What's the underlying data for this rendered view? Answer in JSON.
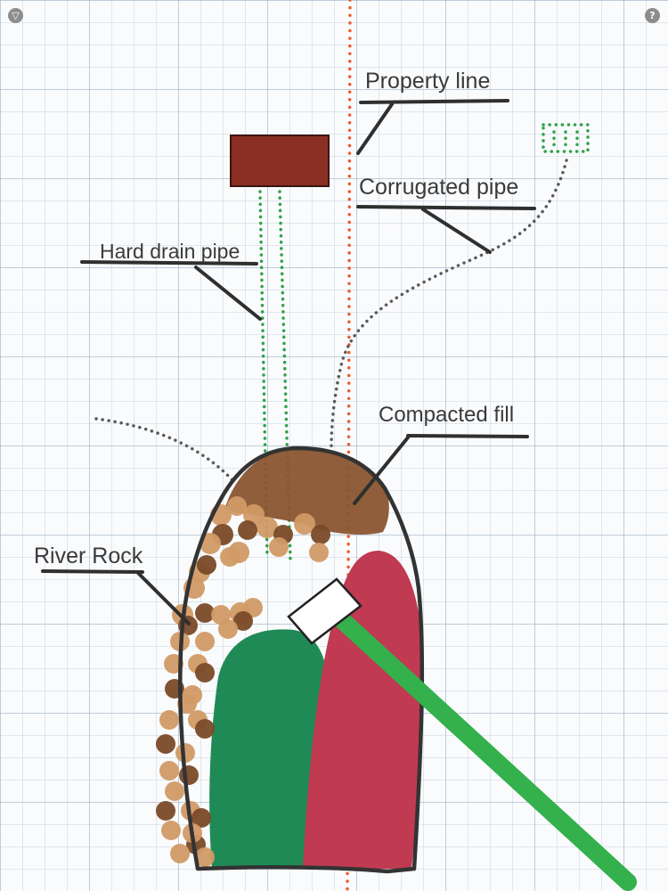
{
  "toolbar": {
    "left_icon": "dropdown-triangle-icon",
    "left_glyph": "▽",
    "right_icon": "help-icon",
    "right_glyph": "?"
  },
  "labels": {
    "property_line": "Property line",
    "corrugated_pipe": "Corrugated pipe",
    "hard_drain_pipe": "Hard drain pipe",
    "compacted_fill": "Compacted fill",
    "river_rock": "River Rock"
  },
  "colors": {
    "downspout_box": "#8b2e24",
    "property_line": "#ef5a2a",
    "hard_drain_pipe": "#2fa24a",
    "corrugated_pipe": "#5a5a5a",
    "compacted_fill": "#8a5530",
    "river_rock_light": "#d19a66",
    "river_rock_dark": "#7a4a28",
    "green_mass": "#1f8a55",
    "red_mass": "#c03a52",
    "diagonal_pipe": "#34b04c",
    "pit_outline": "#333333"
  }
}
